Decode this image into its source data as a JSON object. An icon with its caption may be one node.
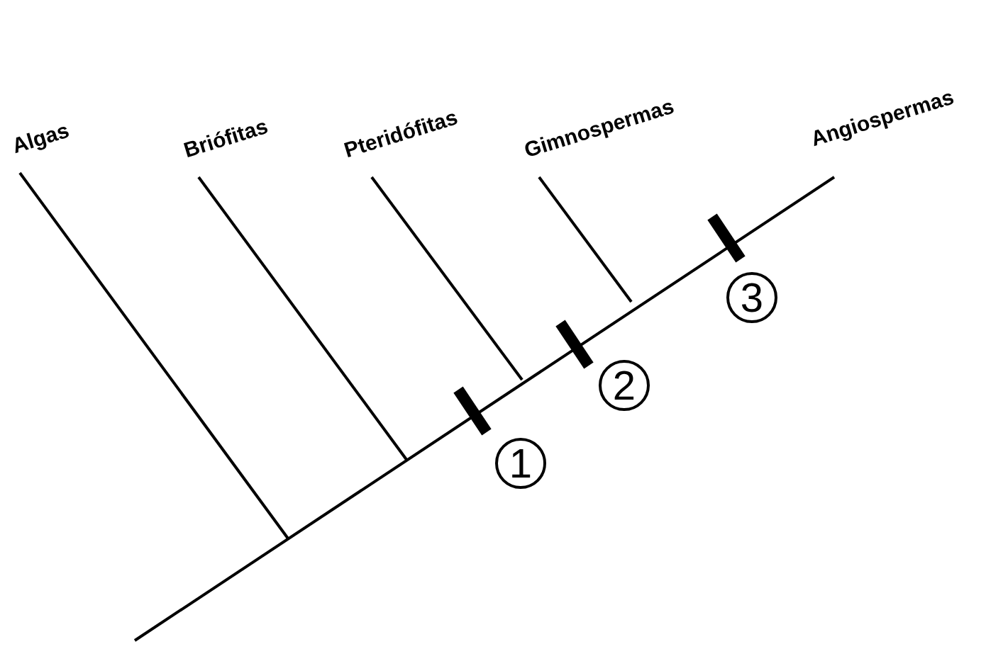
{
  "diagram": {
    "labels": [
      "Algas",
      "Briófitas",
      "Pteridófitas",
      "Gimnospermas",
      "Angiospermas",
      "1",
      "2",
      "3"
    ]
  }
}
